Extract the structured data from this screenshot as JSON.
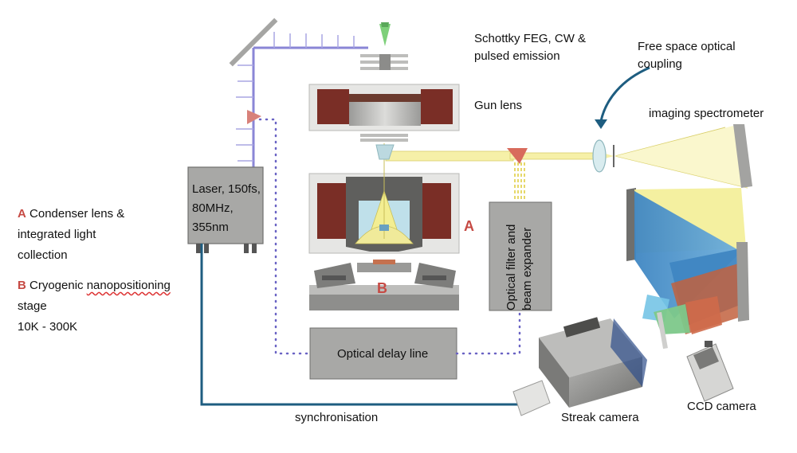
{
  "labels": {
    "emitter_line1": "Schottky FEG, CW &",
    "emitter_line2": "pulsed emission",
    "coupling_line1": "Free space optical",
    "coupling_line2": "coupling",
    "gun_lens": "Gun lens",
    "imaging_spectrometer": "imaging spectrometer",
    "laser_line1": "Laser, 150fs,",
    "laser_line2": "80MHz,",
    "laser_line3": "355nm",
    "filter_line1": "Optical filter and",
    "filter_line2": "beam expander",
    "delay_line": "Optical delay line",
    "synchronisation": "synchronisation",
    "streak_camera": "Streak camera",
    "ccd_camera": "CCD camera",
    "marker_a": "A",
    "marker_b": "B"
  },
  "legend": {
    "a_letter": "A",
    "a_line1": "Condenser lens &",
    "a_line2": "integrated light",
    "a_line3": "collection",
    "b_letter": "B",
    "b_line1": "Cryogenic",
    "b_line1_word": "nanopositioning",
    "b_line2": "stage",
    "b_line3": "10K - 300K"
  },
  "colors": {
    "laser_purple": "#8a86d6",
    "light_yellow": "#f6f0a8",
    "beam_blue": "#4a90c8",
    "beam_red": "#cf6a4a",
    "beam_green": "#7dc88a",
    "sync_teal": "#1e5d80",
    "box_gray": "#a8a8a6",
    "magnet_red": "#7a2e26",
    "marker_red": "#c64a44"
  }
}
